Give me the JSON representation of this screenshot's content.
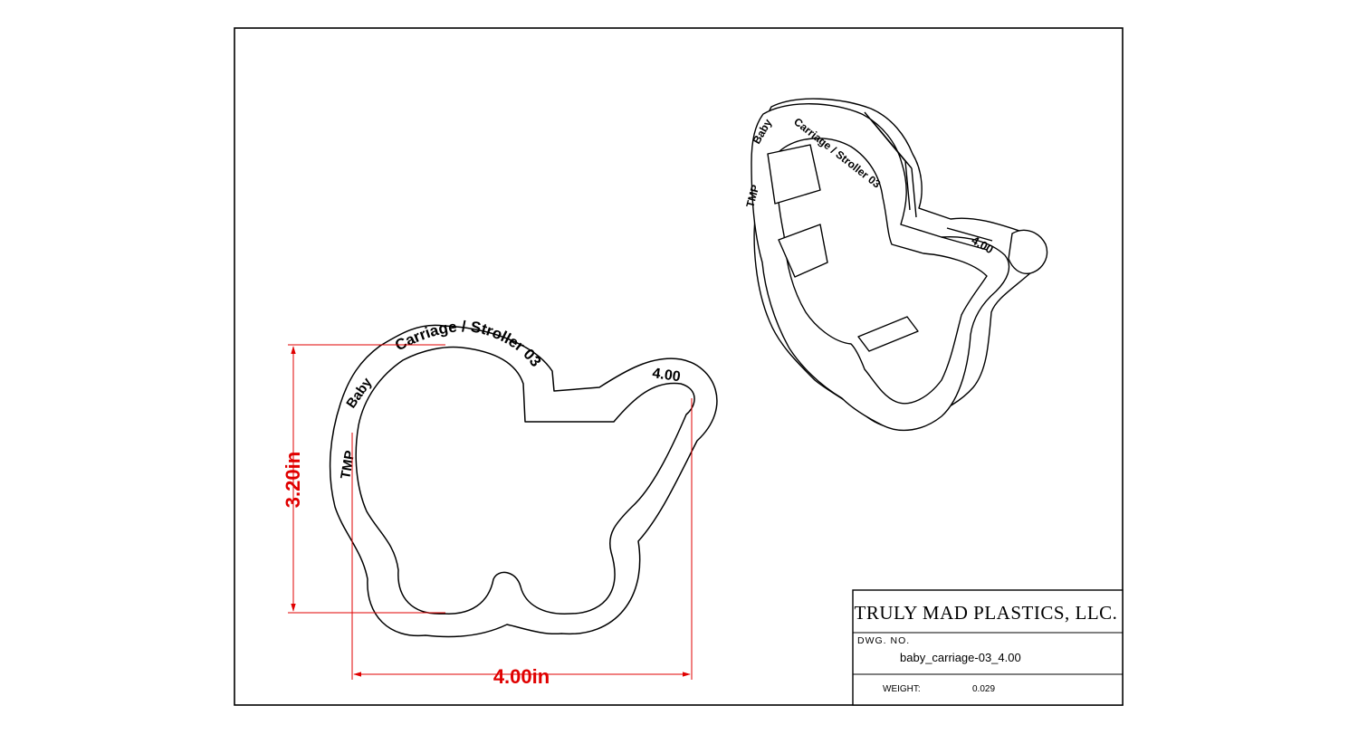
{
  "dimensions": {
    "height_label": "3.20in",
    "width_label": "4.00in",
    "dimension_color": "#e00000"
  },
  "cutter_engraving": {
    "maker": "TMP",
    "word1": "Baby",
    "word2": "Carriage / Stroller 03",
    "size": "4.00"
  },
  "title_block": {
    "company": "TRULY MAD PLASTICS, LLC.",
    "dwg_no_label": "DWG. NO.",
    "dwg_no_value": "baby_carriage-03_4.00",
    "weight_label": "WEIGHT:",
    "weight_value": "0.029"
  }
}
